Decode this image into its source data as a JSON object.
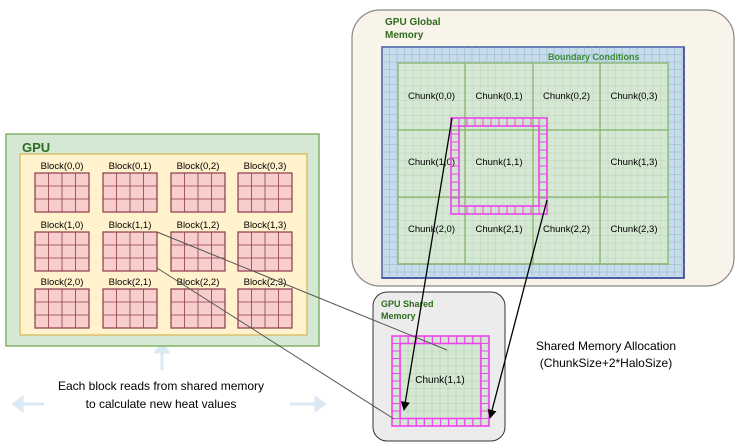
{
  "gpu": {
    "title": "GPU",
    "blocks": [
      [
        "Block(0,0)",
        "Block(0,1)",
        "Block(0,2)",
        "Block(0,3)"
      ],
      [
        "Block(1,0)",
        "Block(1,1)",
        "Block(1,2)",
        "Block(1,3)"
      ],
      [
        "Block(2,0)",
        "Block(2,1)",
        "Block(2,2)",
        "Block(2,3)"
      ]
    ]
  },
  "global_memory": {
    "title_line1": "GPU Global",
    "title_line2": "Memory",
    "boundary_label": "Boundary Conditions",
    "chunks": [
      [
        "Chunk(0,0)",
        "Chunk(0,1)",
        "Chunk(0,2)",
        "Chunk(0,3)"
      ],
      [
        "Chunk(1,0)",
        "Chunk(1,1)",
        "",
        "Chunk(1,3)"
      ],
      [
        "Chunk(2,0)",
        "Chunk(2,1)",
        "Chunk(2,2)",
        "Chunk(2,3)"
      ]
    ]
  },
  "shared_memory": {
    "title_line1": "GPU Shared",
    "title_line2": "Memory",
    "chunk_label": "Chunk(1,1)"
  },
  "annotations": {
    "allocation_line1": "Shared Memory Allocation",
    "allocation_line2": "(ChunkSize+2*HaloSize)",
    "note_line1": "Each block reads from shared memory",
    "note_line2": "to calculate new heat values"
  },
  "colors": {
    "green_border": "#82b366",
    "green_fill": "#d5e8d4",
    "yellow_fill": "#fff2cc",
    "yellow_border": "#d6b656",
    "red_fill": "#f8cecc",
    "red_border": "#8b3a4a",
    "blue_fill": "#c6dcea",
    "blue_border": "#1f2f8f",
    "magenta": "#ee44ee",
    "title_green": "#2e6b1e",
    "cream_fill": "#f8f4ea",
    "gray_fill": "#ececec"
  }
}
